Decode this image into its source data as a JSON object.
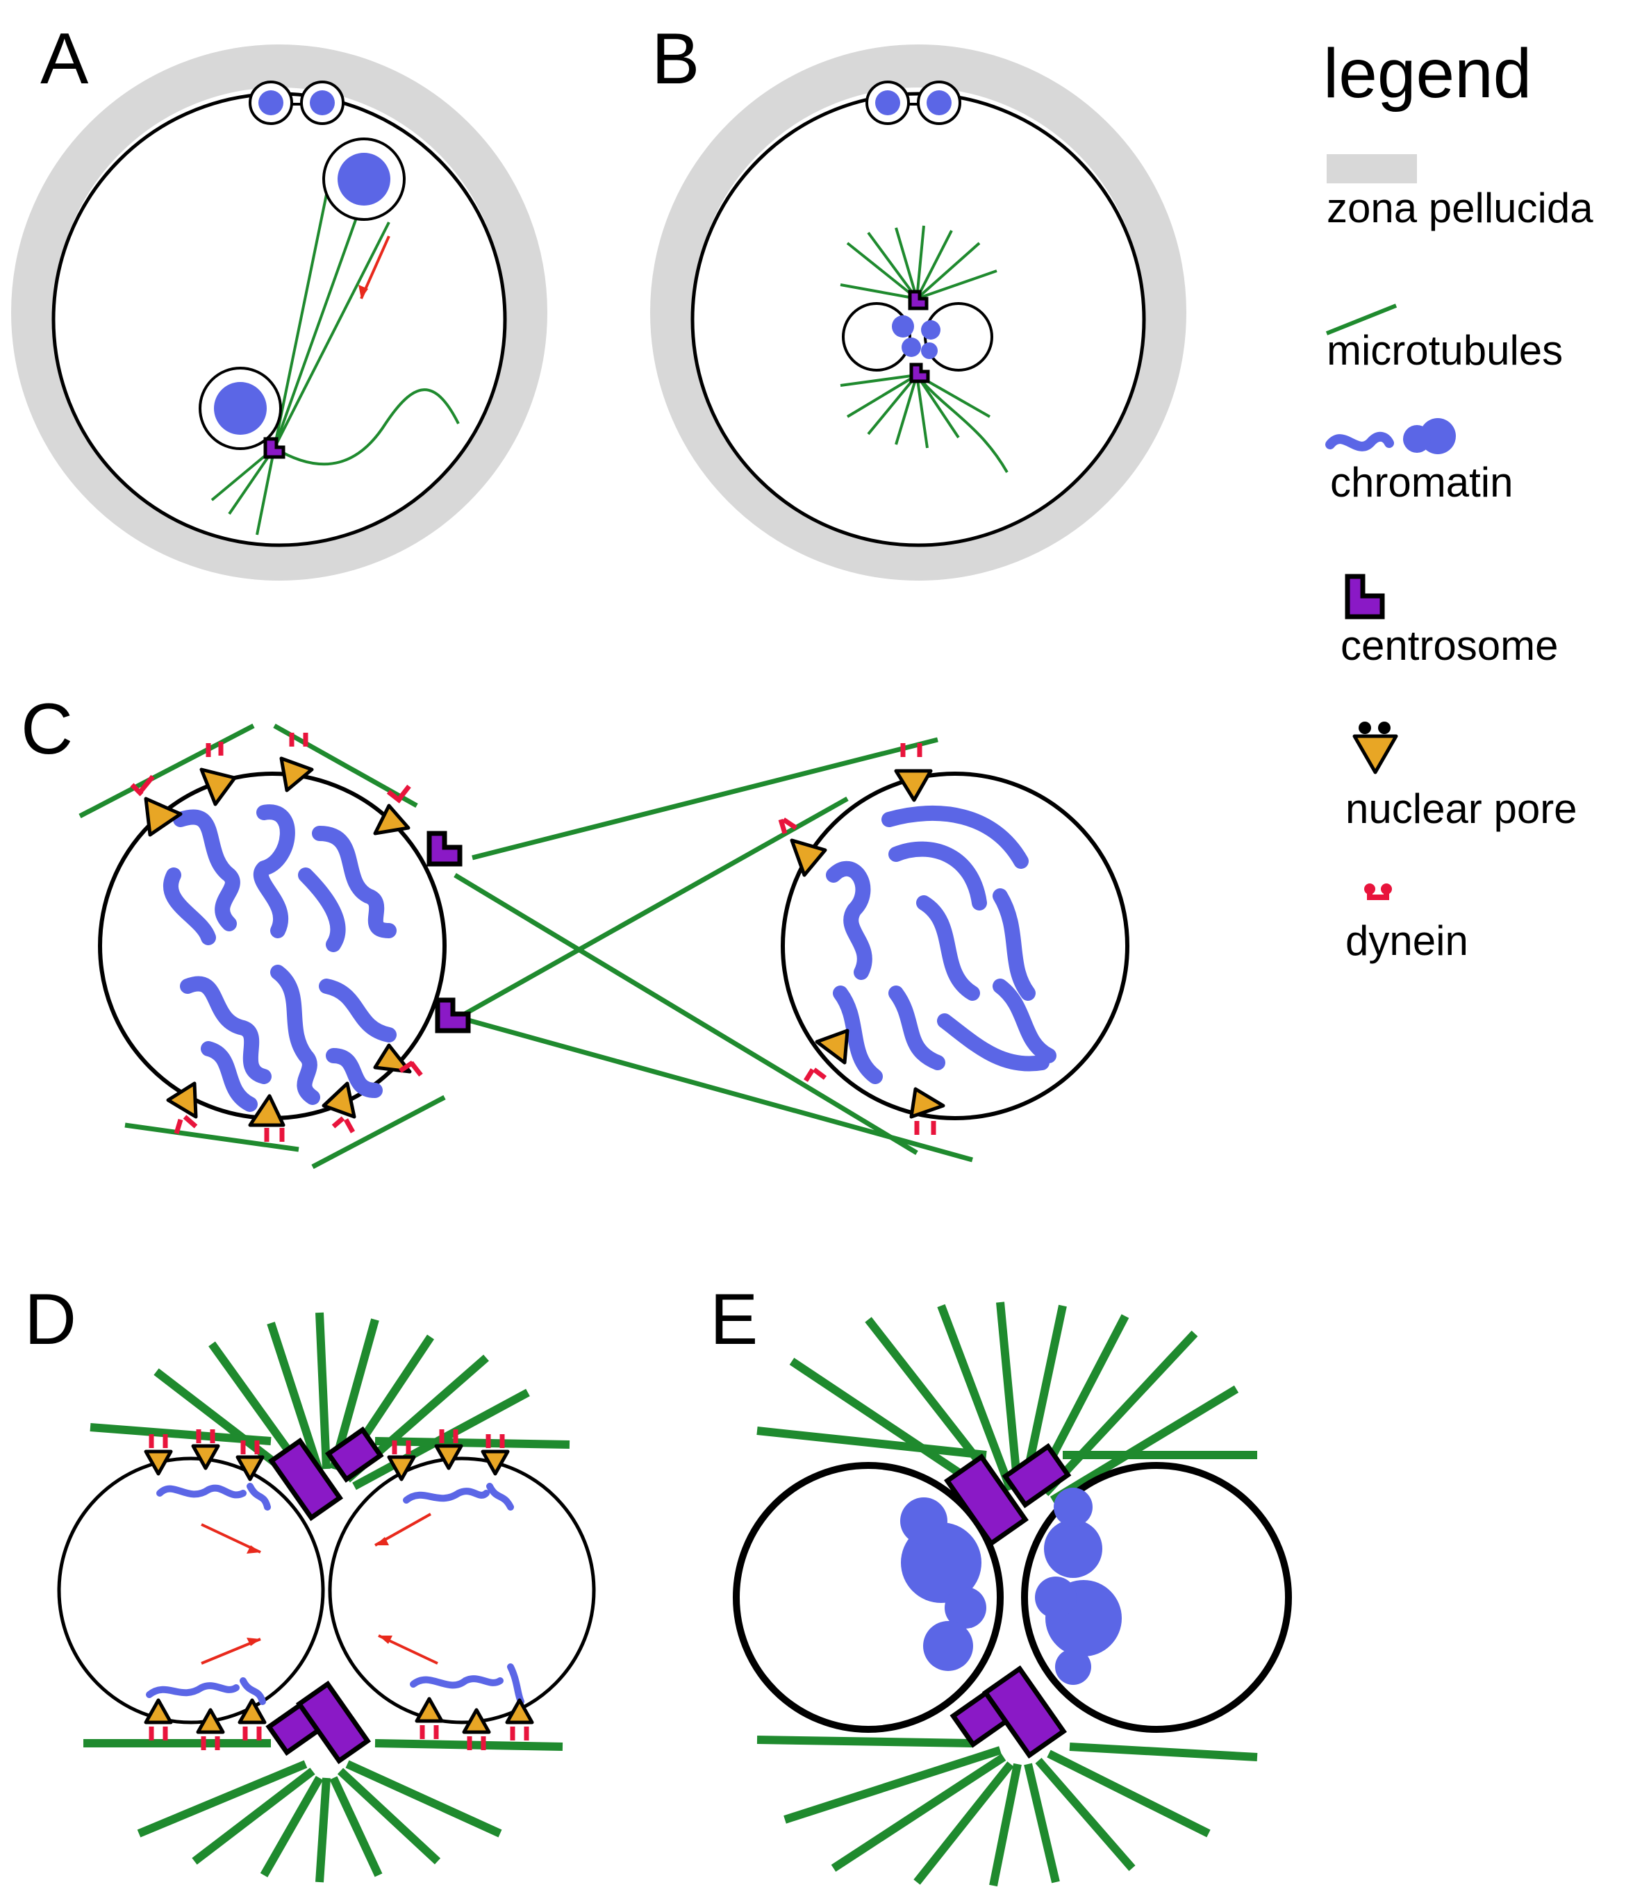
{
  "panels": {
    "a": "A",
    "b": "B",
    "c": "C",
    "d": "D",
    "e": "E"
  },
  "legend": {
    "title": "legend",
    "items": [
      {
        "label": "zona pellucida",
        "icon": "zona-pellucida-swatch",
        "color": "#d8d8d8"
      },
      {
        "label": "microtubules",
        "icon": "microtubule-line",
        "color": "#1f8a2e"
      },
      {
        "label": "chromatin",
        "icon": "chromatin-shapes",
        "color": "#5b66e6"
      },
      {
        "label": "centrosome",
        "icon": "centrosome-shape",
        "color": "#8a19c6"
      },
      {
        "label": "nuclear pore",
        "icon": "nuclear-pore-triangle",
        "color": "#e8a625"
      },
      {
        "label": "dynein",
        "icon": "dynein-shape",
        "color": "#e8143c"
      }
    ]
  },
  "colors": {
    "microtubule": "#1f8a2e",
    "chromatin": "#5b66e6",
    "centrosome": "#8a19c6",
    "nuclear_pore": "#e8a625",
    "dynein": "#e8143c",
    "zona": "#d8d8d8",
    "arrow": "#e8291c"
  }
}
